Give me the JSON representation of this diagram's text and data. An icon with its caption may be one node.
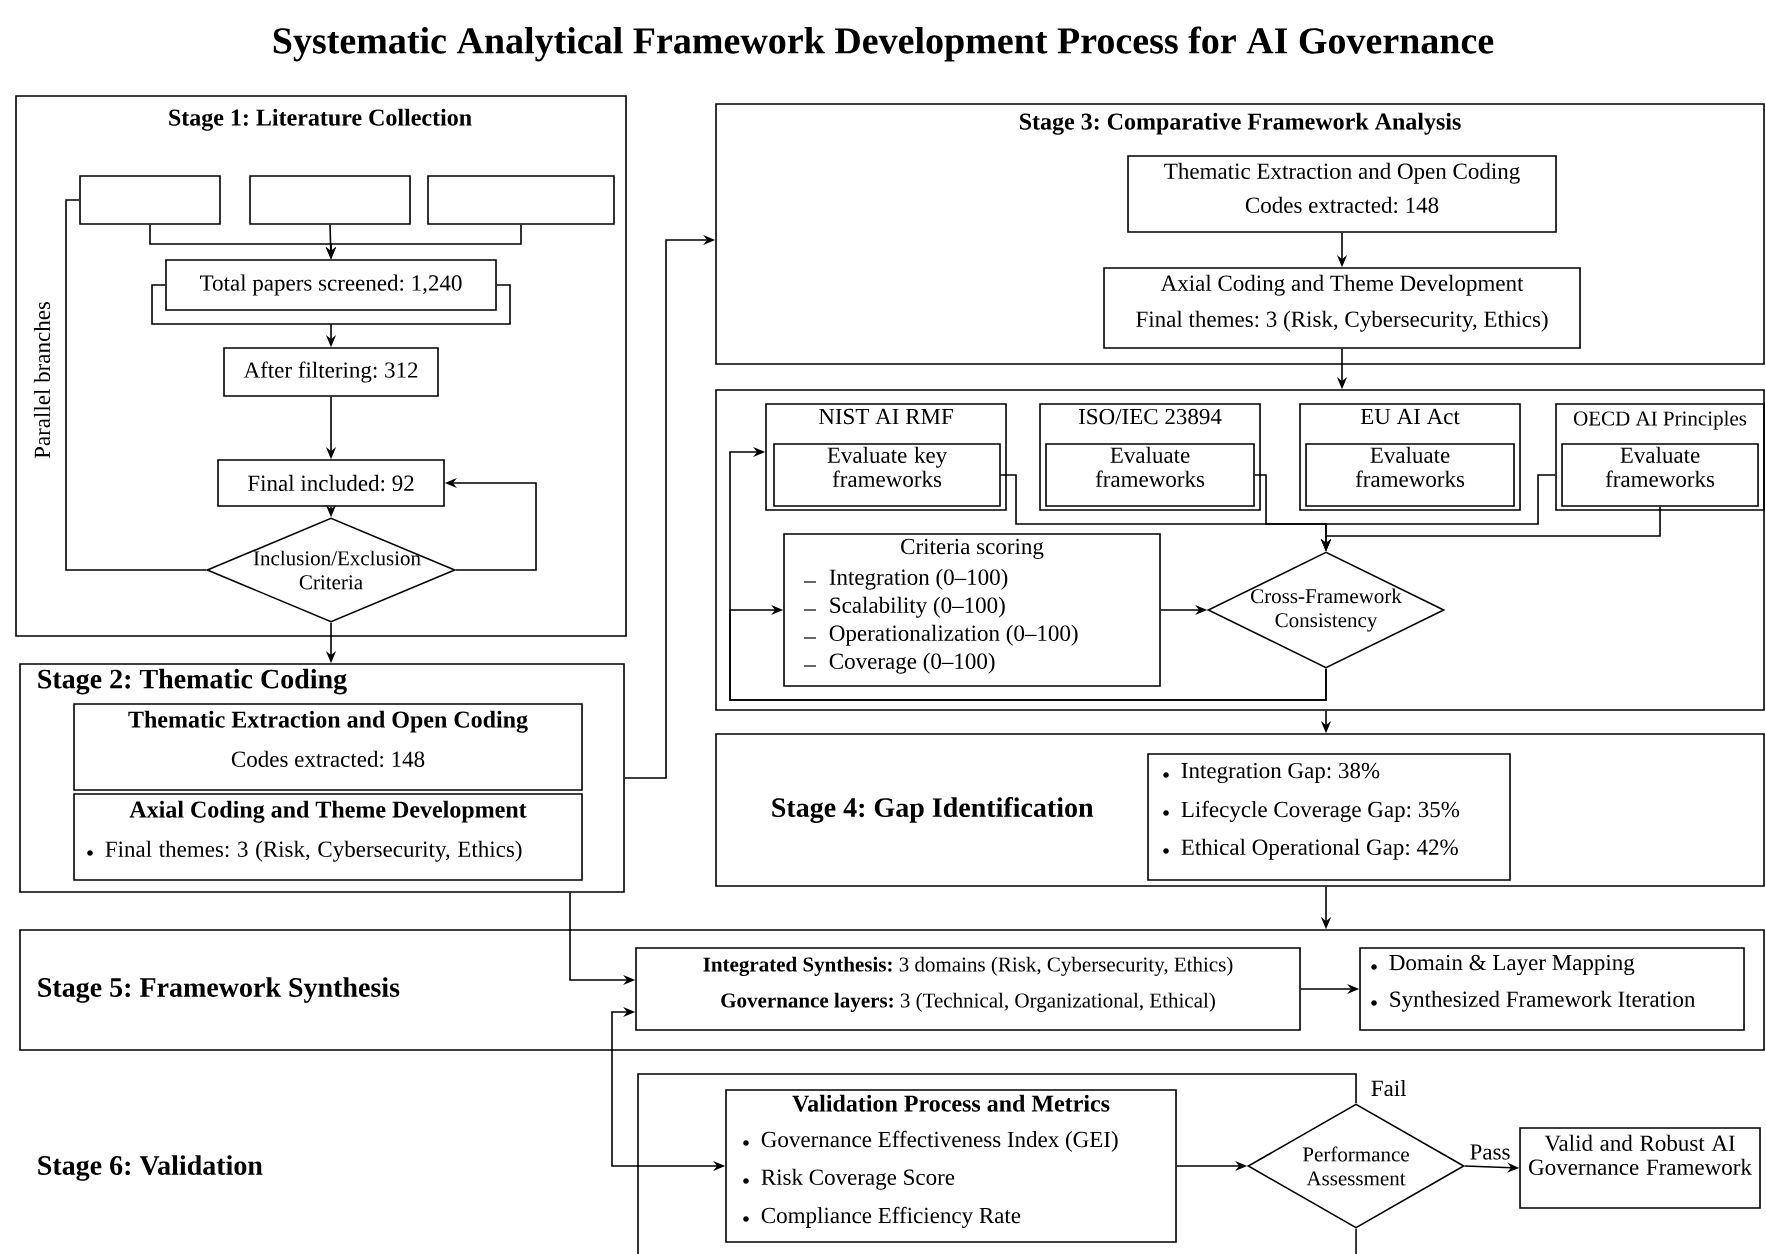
{
  "diagram": {
    "title": "Systematic Analytical Framework Development Process for AI Governance",
    "nodes": [
      {
        "text": [
          "Stage 1: Literature Collection"
        ]
      },
      {
        "text": [],
        "shape": "box",
        "in": 0
      },
      {
        "text": [],
        "shape": "box",
        "in": 0
      },
      {
        "text": [],
        "shape": "box",
        "in": 0
      },
      {
        "text": [
          "Total papers screened: 1,240"
        ],
        "in": 0
      },
      {
        "text": [
          "After filtering: 312"
        ],
        "in": 0
      },
      {
        "text": [
          "Final included: 92"
        ],
        "in": 0
      },
      {
        "text": [
          "Inclusion/Exclusion Criteria"
        ],
        "in": 0
      },
      {
        "text": [
          "Stage 2: Thematic Coding"
        ]
      },
      {
        "text": [
          "Thematic Extraction and Open Coding",
          "Codes extracted: 148"
        ],
        "in": 8
      },
      {
        "text": [
          "Axial Coding and Theme Development",
          "Final themes: 3 (Risk, Cybersecurity, Ethics)"
        ],
        "in": 8
      },
      {
        "text": [
          "Stage 3: Comparative Framework Analysis"
        ]
      },
      {
        "text": [
          "Thematic Extraction and Open Coding",
          "Codes extracted: 148"
        ],
        "in": 11
      },
      {
        "text": [
          "Axial Coding and Theme Development",
          "Final themes: 3 (Risk, Cybersecurity, Ethics)"
        ],
        "in": 11
      },
      {
        "text": [],
        "shape": "box"
      },
      {
        "text": [
          "NIST AI RMF"
        ],
        "in": 14
      },
      {
        "text": [
          "Evaluate key frameworks"
        ],
        "in": 15
      },
      {
        "text": [
          "ISO/IEC 23894"
        ],
        "in": 14
      },
      {
        "text": [
          "Evaluate frameworks"
        ],
        "in": 17
      },
      {
        "text": [
          "EU AI Act"
        ],
        "in": 14
      },
      {
        "text": [
          "Evaluate frameworks"
        ],
        "in": 19
      },
      {
        "text": [
          "OECD AI Principles"
        ],
        "in": 14
      },
      {
        "text": [
          "Evaluate frameworks"
        ],
        "in": 21
      },
      {
        "text": [
          "Criteria scoring",
          "Integration (0–100)",
          "Scalability (0–100)",
          "Operationalization (0–100)",
          "Coverage (0–100)"
        ],
        "in": 14
      },
      {
        "text": [
          "Cross-Framework Consistency"
        ],
        "in": 14
      },
      {
        "text": [
          "Stage 4: Gap Identification"
        ]
      },
      {
        "text": [
          "Integration Gap: 38%",
          "Lifecycle Coverage Gap: 35%",
          "Ethical Operational Gap: 42%"
        ],
        "in": 25
      },
      {
        "text": [
          "Stage 5: Framework Synthesis"
        ]
      },
      {
        "text": [
          "**Integrated Synthesis:** 3 domains (Risk, Cybersecurity, Ethics)",
          "**Governance layers:** 3 (Technical, Organizational, Ethical)"
        ],
        "in": 27
      },
      {
        "text": [
          "Domain & Layer Mapping",
          "Synthesized Framework Iteration"
        ],
        "in": 27
      },
      {
        "text": [
          "Validation Process and Metrics",
          "Governance Effectiveness Index (GEI)",
          "Risk Coverage Score",
          "Compliance Efficiency Rate"
        ]
      },
      {
        "text": [
          "Performance Assessment"
        ]
      },
      {
        "text": [
          "Valid and Robust AI Governance Framework"
        ]
      }
    ],
    "edges": [
      {
        "from": 1,
        "to": 4,
        "arrow": "to"
      },
      {
        "from": 2,
        "to": 4,
        "arrow": "to"
      },
      {
        "from": 3,
        "to": 4,
        "arrow": "to"
      },
      {
        "from": 4,
        "to": 5,
        "arrow": "to"
      },
      {
        "from": 5,
        "to": 6,
        "arrow": "to"
      },
      {
        "from": 6,
        "to": 7,
        "arrow": "to"
      },
      {
        "from": 7,
        "to": 6,
        "arrow": "to"
      },
      {
        "from": 7,
        "to": 1,
        "arrow": "none"
      },
      {
        "from": 7,
        "to": 8,
        "arrow": "to"
      },
      {
        "from": 8,
        "to": 11,
        "arrow": "to"
      },
      {
        "from": 12,
        "to": 13,
        "arrow": "to"
      },
      {
        "from": 13,
        "to": 14,
        "arrow": "to"
      },
      {
        "from": 16,
        "to": 24,
        "arrow": "to"
      },
      {
        "from": 18,
        "to": 24,
        "arrow": "to"
      },
      {
        "from": 21,
        "to": 24,
        "arrow": "to"
      },
      {
        "from": 22,
        "to": 24,
        "arrow": "to"
      },
      {
        "from": 23,
        "to": 24,
        "arrow": "to"
      },
      {
        "from": 24,
        "to": 15,
        "arrow": "to"
      },
      {
        "from": 24,
        "to": 23,
        "arrow": "to"
      },
      {
        "from": 14,
        "to": 25,
        "arrow": "to"
      },
      {
        "from": 25,
        "to": 27,
        "arrow": "to"
      },
      {
        "from": 8,
        "to": 28,
        "arrow": "to"
      },
      {
        "from": 28,
        "to": 29,
        "arrow": "to"
      },
      {
        "from": 30,
        "to": 31,
        "arrow": "to"
      },
      {
        "from": 31,
        "to": 30,
        "arrow": "to",
        "label": "Fail"
      },
      {
        "from": null,
        "to": 28,
        "arrow": "to"
      },
      {
        "from": 31,
        "to": 32,
        "arrow": "to",
        "label": "Pass"
      },
      {
        "from": 31,
        "to": null,
        "arrow": "none"
      }
    ],
    "labels": [
      "Parallel branches",
      "Stage 6: Validation"
    ]
  }
}
